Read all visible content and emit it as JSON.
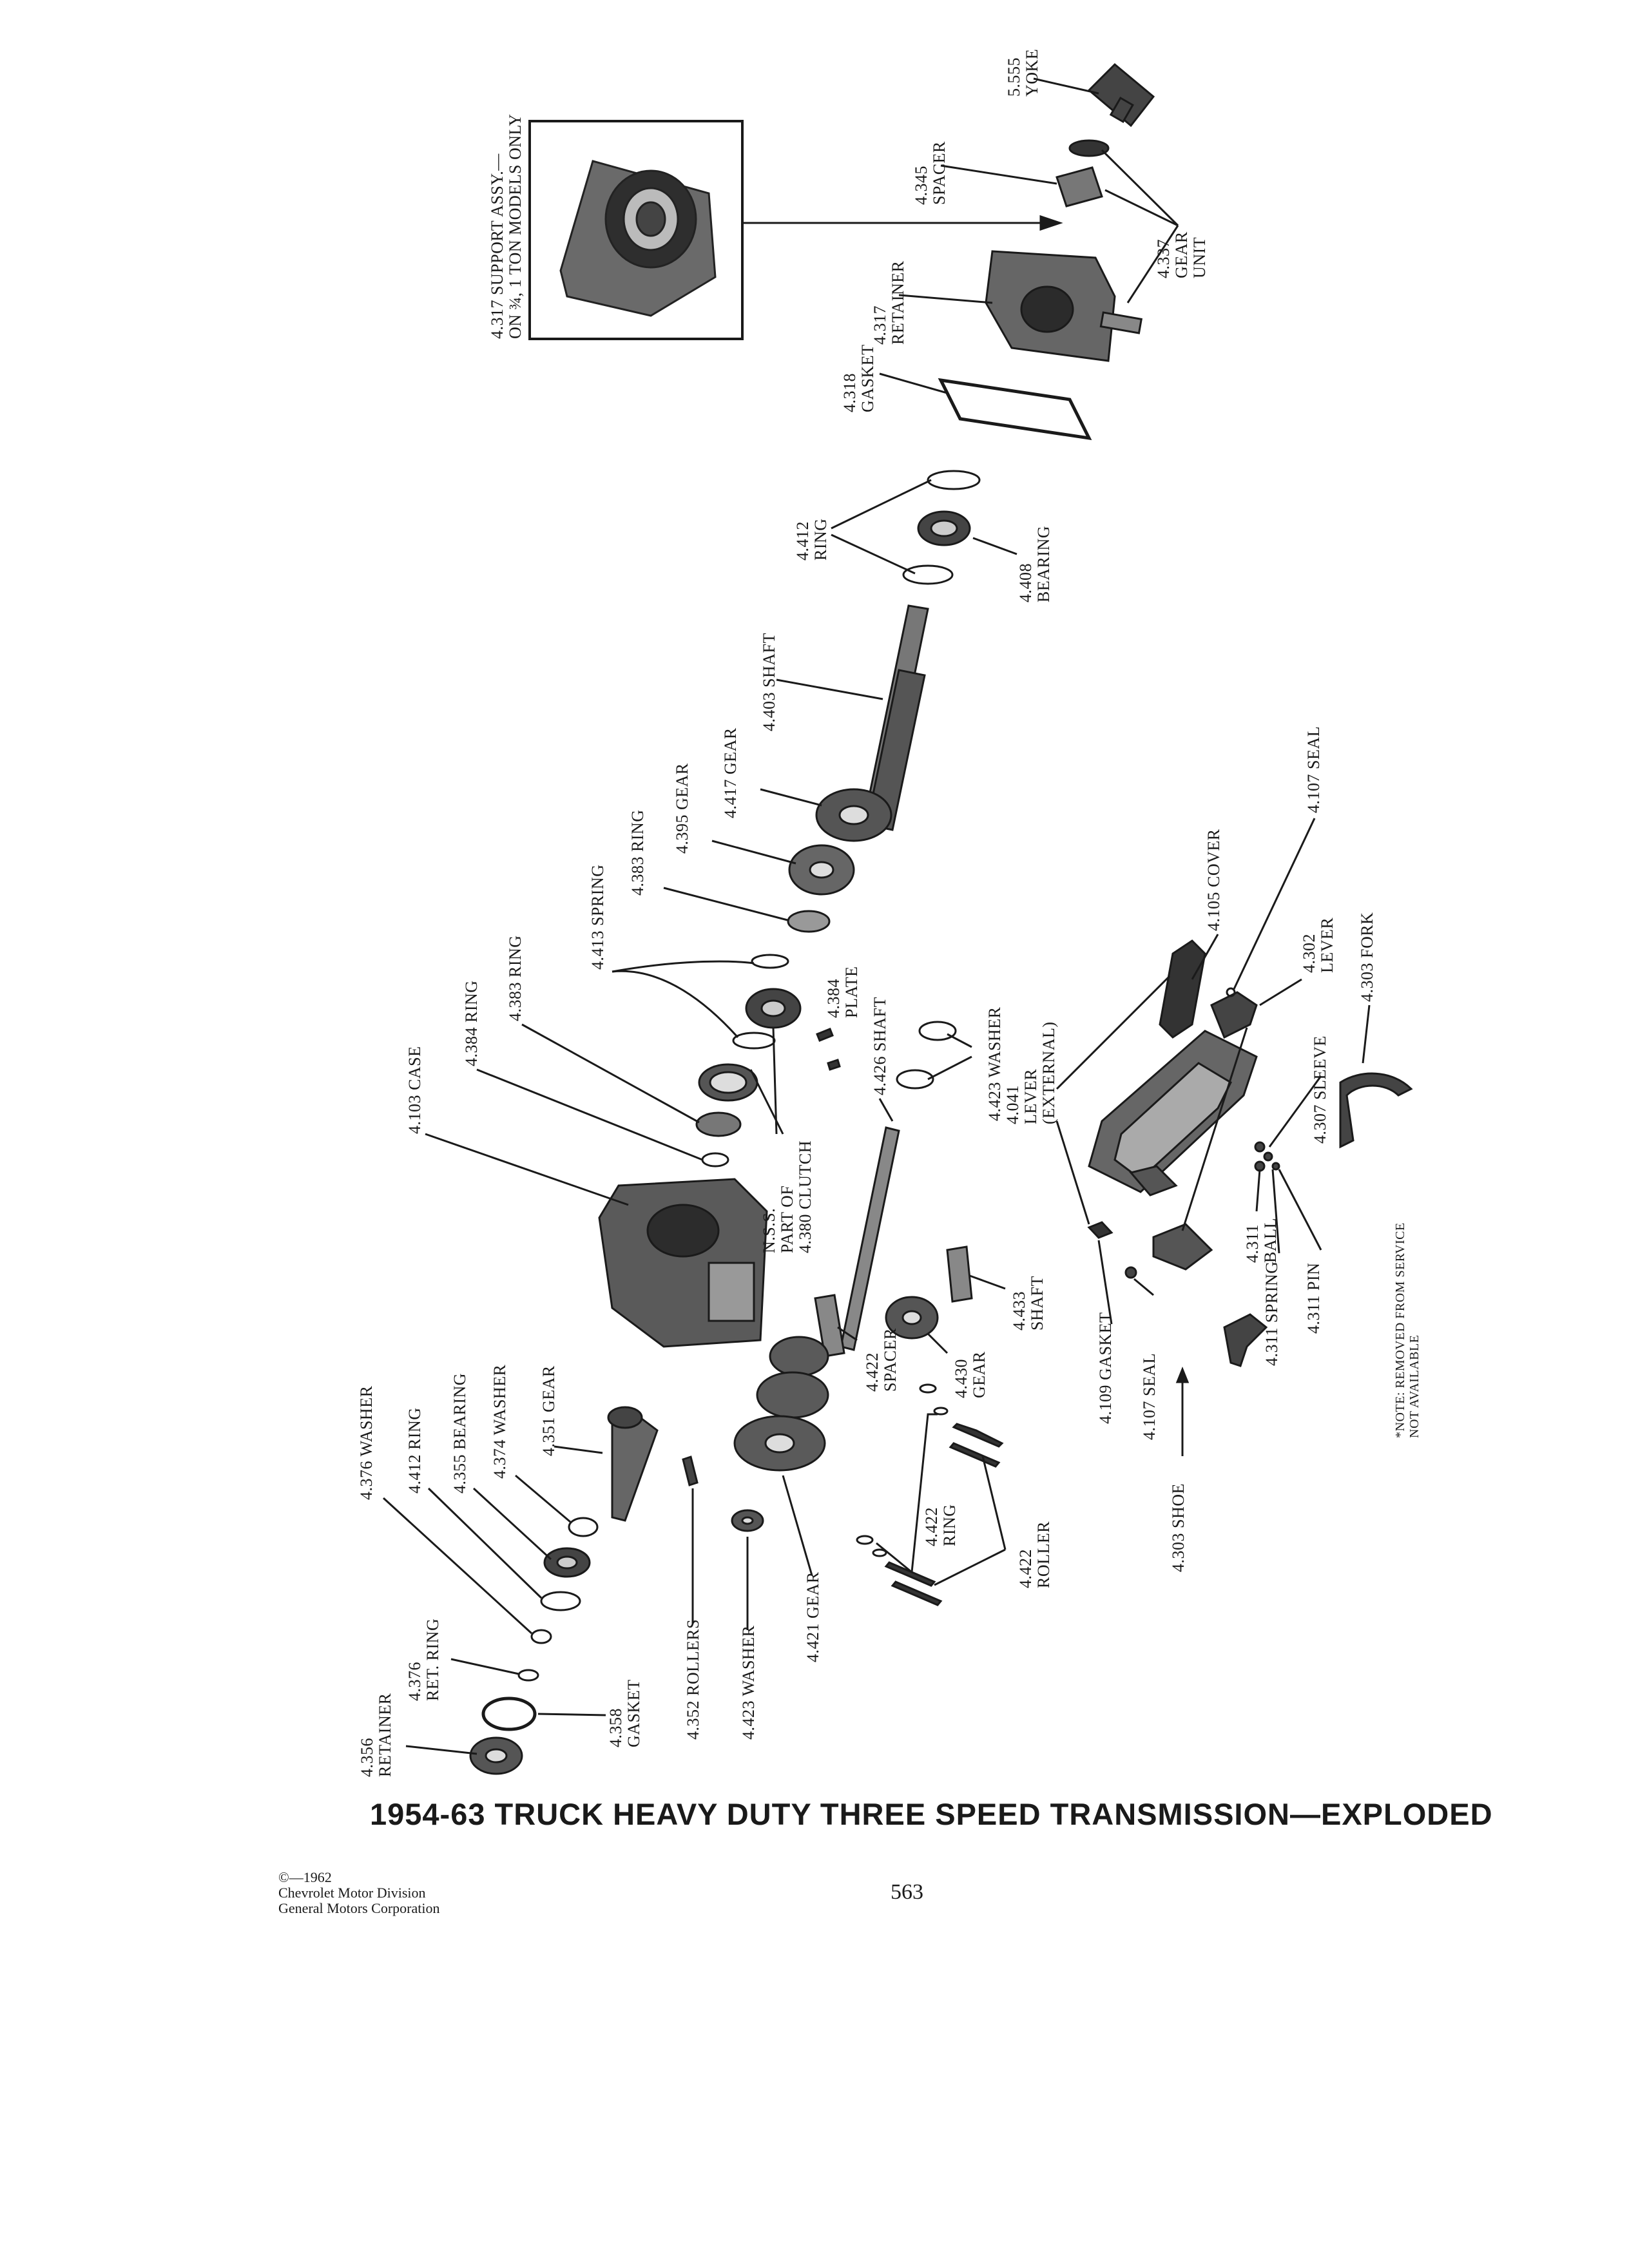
{
  "title": "1954-63 TRUCK HEAVY DUTY THREE SPEED TRANSMISSION—EXPLODED",
  "page_number": "563",
  "copyright": [
    "©—1962",
    "Chevrolet Motor Division",
    "General Motors Corporation"
  ],
  "inset": [
    "4.317 SUPPORT ASSY.—",
    "ON ¾, 1 TON MODELS ONLY"
  ],
  "note": [
    "*NOTE: REMOVED FROM SERVICE",
    "NOT AVAILABLE"
  ],
  "labels": {
    "yoke": [
      "5.555",
      "YOKE"
    ],
    "spacer_4345": [
      "4.345",
      "SPACER"
    ],
    "gear_unit": [
      "4.337",
      "GEAR",
      "UNIT"
    ],
    "retainer_4317": [
      "4.317",
      "RETAINER"
    ],
    "gasket_4318": [
      "4.318",
      "GASKET"
    ],
    "ring_4412_top": [
      "4.412",
      "RING"
    ],
    "bearing_4408": [
      "4.408",
      "BEARING"
    ],
    "shaft_4403": [
      "4.403 SHAFT"
    ],
    "gear_4417": [
      "4.417 GEAR"
    ],
    "gear_4395": [
      "4.395 GEAR"
    ],
    "ring_4383_top": [
      "4.383 RING"
    ],
    "spring_4413": [
      "4.413 SPRING"
    ],
    "ring_4383": [
      "4.383 RING"
    ],
    "ring_4384": [
      "4.384 RING"
    ],
    "case_4103": [
      "4.103 CASE"
    ],
    "plate_4384": [
      "4.384",
      "PLATE"
    ],
    "shaft_4426": [
      "4.426 SHAFT"
    ],
    "clutch": [
      "N.S.S.",
      "PART OF",
      "4.380 CLUTCH"
    ],
    "washer_4423": [
      "4.423 WASHER"
    ],
    "lever_4041": [
      "4.041",
      "LEVER",
      "(EXTERNAL)"
    ],
    "cover_4105": [
      "4.105 COVER"
    ],
    "seal_4107_top": [
      "4.107 SEAL"
    ],
    "lever_4302": [
      "4.302",
      "LEVER"
    ],
    "fork_4303": [
      "4.303 FORK"
    ],
    "sleeve_4307": [
      "4.307 SLEEVE"
    ],
    "ball_4311": [
      "4.311",
      "BALL"
    ],
    "spring_4311": [
      "4.311 SPRING"
    ],
    "pin_4311": [
      "4.311 PIN"
    ],
    "gasket_4109": [
      "4.109 GASKET"
    ],
    "seal_4107": [
      "4.107 SEAL"
    ],
    "shoe_4303": [
      "4.303 SHOE"
    ],
    "shaft_4433": [
      "4.433",
      "SHAFT"
    ],
    "gear_4430": [
      "4.430",
      "GEAR"
    ],
    "spacer_4422": [
      "4.422",
      "SPACER"
    ],
    "ring_4422": [
      "4.422",
      "RING"
    ],
    "roller_4422": [
      "4.422",
      "ROLLER"
    ],
    "gear_4421": [
      "4.421 GEAR"
    ],
    "washer_4423_b": [
      "4.423 WASHER"
    ],
    "rollers_4352": [
      "4.352 ROLLERS"
    ],
    "washer_4376": [
      "4.376 WASHER"
    ],
    "ring_4412": [
      "4.412 RING"
    ],
    "bearing_4355": [
      "4.355 BEARING"
    ],
    "washer_4374": [
      "4.374 WASHER"
    ],
    "gear_4351": [
      "4.351 GEAR"
    ],
    "ret_ring_4376": [
      "4.376",
      "RET. RING"
    ],
    "gasket_4358": [
      "4.358",
      "GASKET"
    ],
    "retainer_4356": [
      "4.356",
      "RETAINER"
    ]
  }
}
